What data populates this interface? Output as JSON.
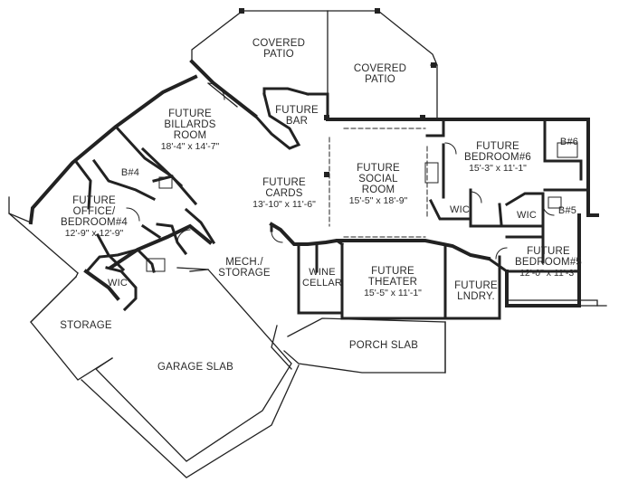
{
  "rooms": {
    "covered_patio_left": {
      "lines": [
        "COVERED",
        "PATIO"
      ]
    },
    "covered_patio_right": {
      "lines": [
        "COVERED",
        "PATIO"
      ]
    },
    "billiards": {
      "lines": [
        "FUTURE",
        "BILLARDS",
        "ROOM"
      ],
      "dims": "18'-4\" x 14'-7\""
    },
    "bar": {
      "lines": [
        "FUTURE",
        "BAR"
      ]
    },
    "cards": {
      "lines": [
        "FUTURE",
        "CARDS"
      ],
      "dims": "13'-10\" x 11'-6\""
    },
    "social": {
      "lines": [
        "FUTURE",
        "SOCIAL",
        "ROOM"
      ],
      "dims": "15'-5\" x 18'-9\""
    },
    "bedroom6": {
      "lines": [
        "FUTURE",
        "BEDROOM#6"
      ],
      "dims": "15'-3\" x 11'-1\""
    },
    "bath6": {
      "lines": [
        "B#6"
      ]
    },
    "bath5": {
      "lines": [
        "B#5"
      ]
    },
    "wic_left": {
      "lines": [
        "WIC"
      ]
    },
    "wic_mid": {
      "lines": [
        "WIC"
      ]
    },
    "wic_right": {
      "lines": [
        "WIC"
      ]
    },
    "bath4": {
      "lines": [
        "B#4"
      ]
    },
    "office": {
      "lines": [
        "FUTURE",
        "OFFICE/",
        "BEDROOM#4"
      ],
      "dims": "12'-9\" x 12'-9\""
    },
    "bedroom5": {
      "lines": [
        "FUTURE",
        "BEDROOM#5"
      ],
      "dims": "12'-0\" x 11'-3\""
    },
    "mech": {
      "lines": [
        "MECH./",
        "STORAGE"
      ]
    },
    "wine": {
      "lines": [
        "WINE",
        "CELLAR"
      ]
    },
    "theater": {
      "lines": [
        "FUTURE",
        "THEATER"
      ],
      "dims": "15'-5\" x 11'-1\""
    },
    "laundry": {
      "lines": [
        "FUTURE",
        "LNDRY."
      ]
    },
    "storage": {
      "lines": [
        "STORAGE"
      ]
    },
    "garage": {
      "lines": [
        "GARAGE SLAB"
      ]
    },
    "porch": {
      "lines": [
        "PORCH SLAB"
      ]
    }
  }
}
